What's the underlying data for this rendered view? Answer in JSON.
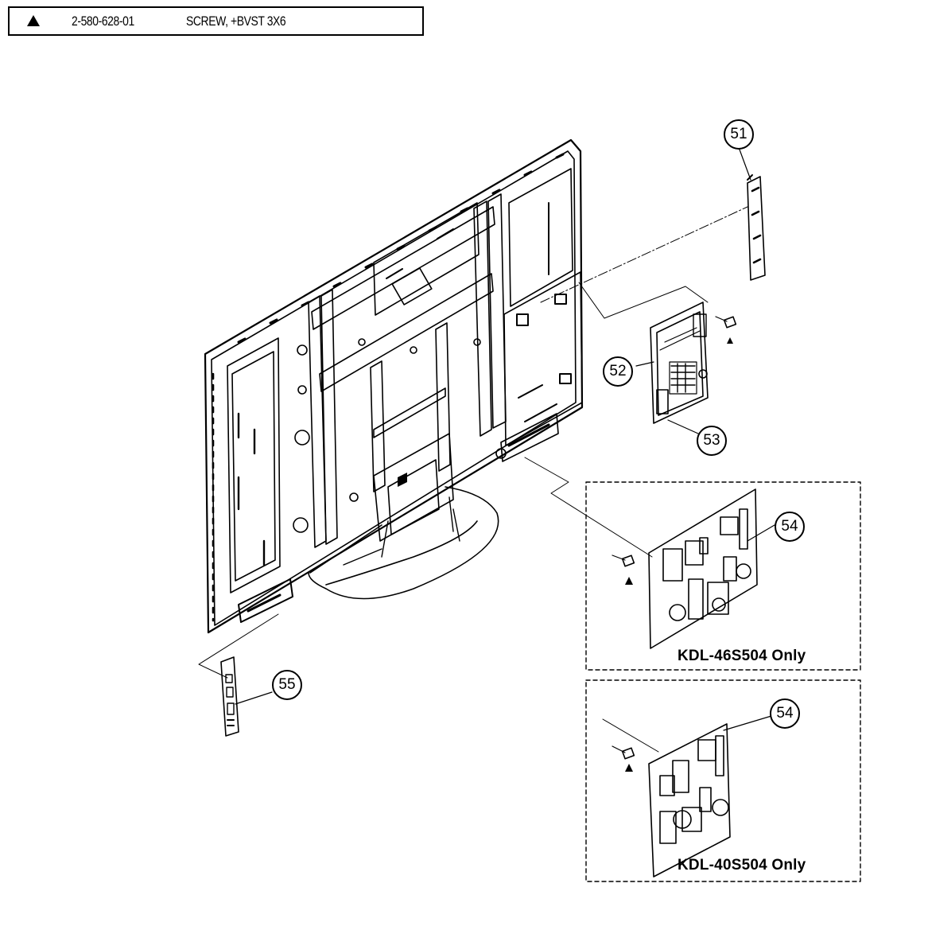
{
  "legend": {
    "symbol": "triangle-warning-icon",
    "part_number": "2-580-628-01",
    "description": "SCREW, +BVST 3X6"
  },
  "callouts": [
    "51",
    "52",
    "53",
    "54",
    "55",
    "54"
  ],
  "variants": {
    "upper": "KDL-46S504 Only",
    "lower": "KDL-40S504 Only"
  }
}
